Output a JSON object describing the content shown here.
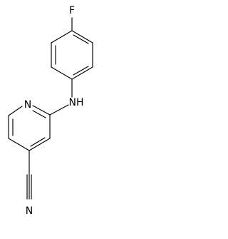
{
  "molecule": {
    "atom_labels": {
      "fluorine": "F",
      "amine": "NH",
      "pyridine_nitrogen": "N",
      "nitrile_nitrogen": "N"
    }
  }
}
